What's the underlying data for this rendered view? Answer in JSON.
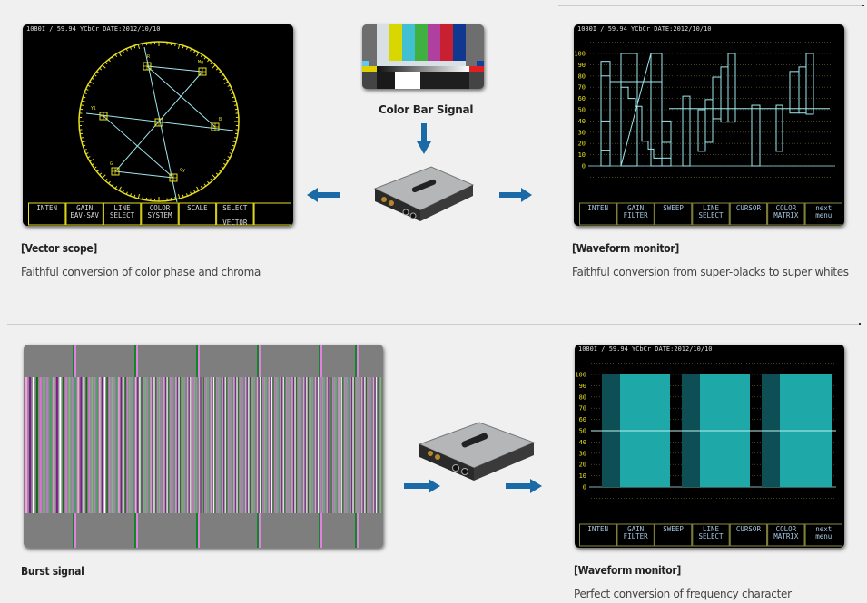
{
  "top_section": {
    "source": {
      "label": "Color Bar Signal"
    },
    "vector_scope": {
      "title": "[Vector scope]",
      "description": "Faithful conversion of color phase and chroma",
      "screen": {
        "status": "1080I  / 59.94 YCbCr  DATE:2012/10/10",
        "targets": [
          "R",
          "Mg",
          "B",
          "Cy",
          "G",
          "Yl"
        ],
        "softkeys": [
          "INTEN",
          "GAIN\nEAV-SAV",
          "LINE\nSELECT",
          "COLOR\nSYSTEM",
          "SCALE",
          "SELECT\n\nVECTOR",
          ""
        ]
      }
    },
    "waveform_monitor": {
      "title": "[Waveform monitor]",
      "description": "Faithful conversion from super-blacks to super whites",
      "screen": {
        "status": "1080I  / 59.94 YCbCr  DATE:2012/10/10",
        "y_ticks": [
          "100",
          "90",
          "80",
          "70",
          "60",
          "50",
          "40",
          "30",
          "20",
          "10",
          "0"
        ],
        "softkeys": [
          "INTEN",
          "GAIN\nFILTER",
          "SWEEP",
          "LINE\nSELECT",
          "CURSOR",
          "COLOR\nMATRIX",
          "next\nmenu"
        ]
      }
    }
  },
  "bottom_section": {
    "source": {
      "label": "Burst signal"
    },
    "waveform_monitor": {
      "title": "[Waveform monitor]",
      "description": "Perfect conversion of frequency character",
      "screen": {
        "status": "1080I  / 59.94 YCbCr  DATE:2012/10/10",
        "y_ticks": [
          "100",
          "90",
          "80",
          "70",
          "60",
          "50",
          "40",
          "30",
          "20",
          "10",
          "0"
        ],
        "softkeys": [
          "INTEN",
          "GAIN\nFILTER",
          "SWEEP",
          "LINE\nSELECT",
          "CURSOR",
          "COLOR\nMATRIX",
          "next\nmenu"
        ]
      }
    }
  },
  "colors": {
    "arrow": "#1a6aa8",
    "scope_yellow": "#e8e020",
    "trace_cyan": "#9ee8ee",
    "softkey_text": "#a9c8e0"
  }
}
